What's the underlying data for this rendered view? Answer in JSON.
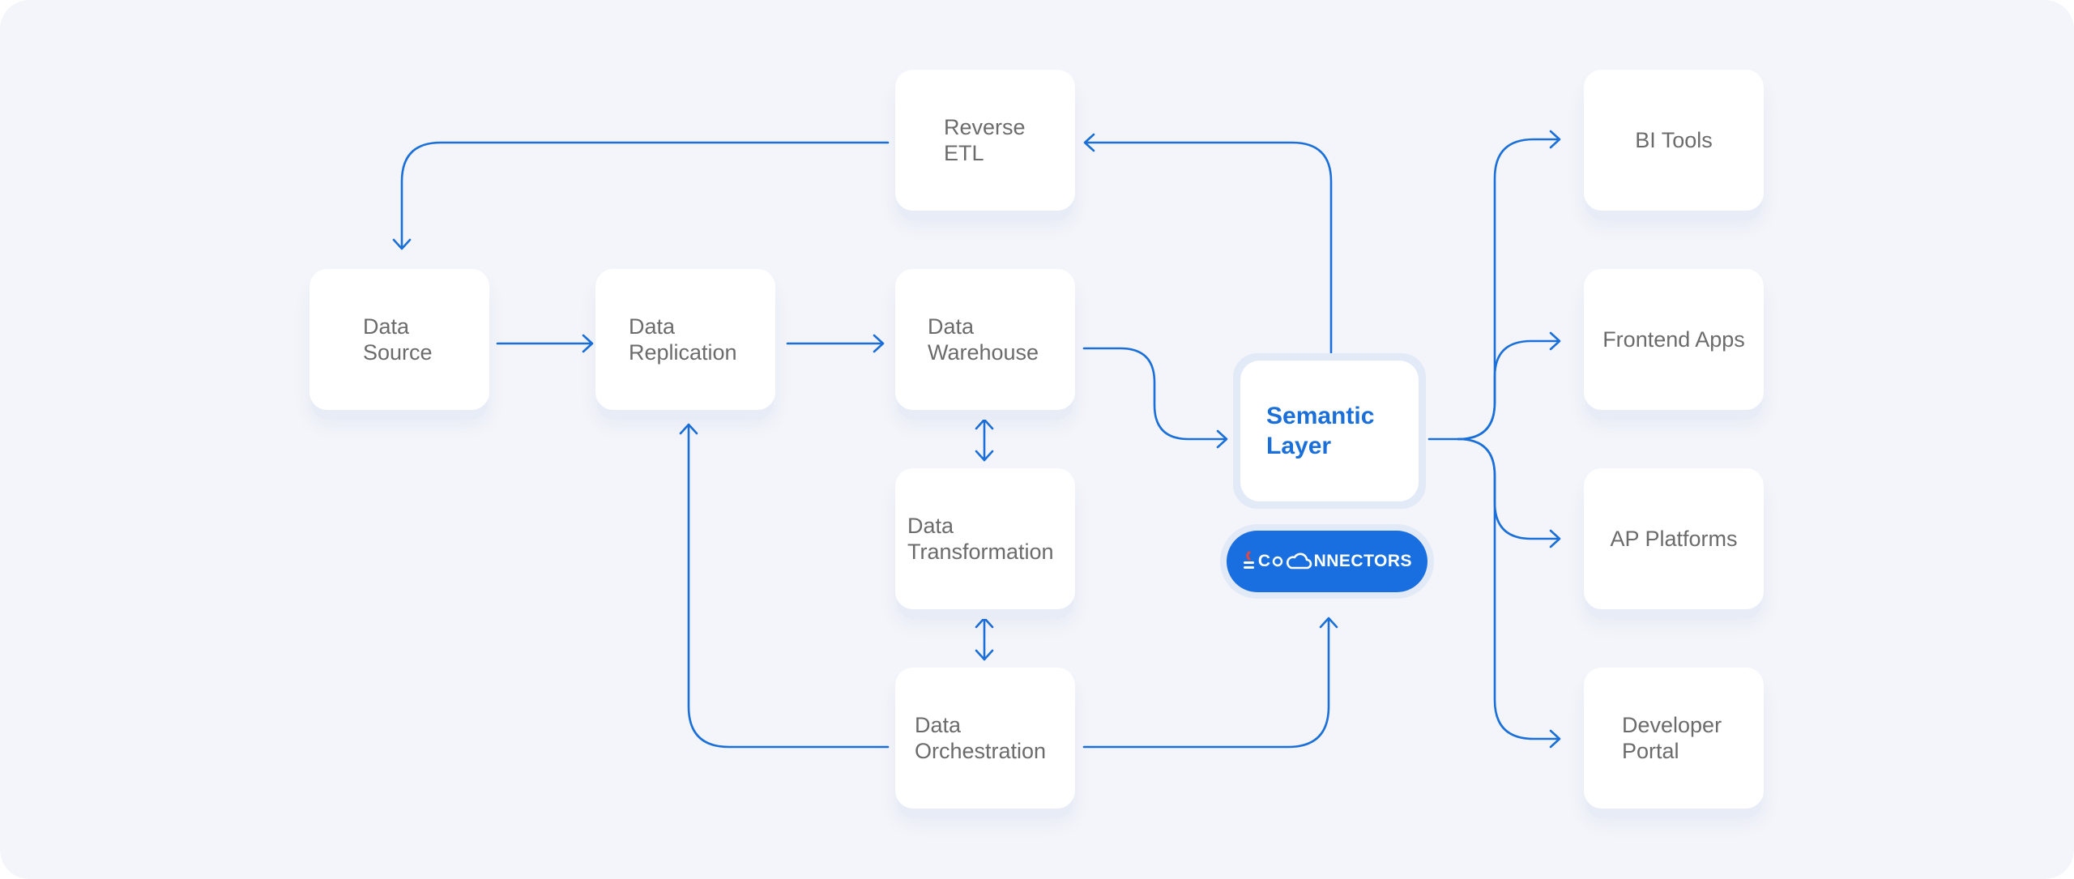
{
  "nodes": {
    "data_source": "Data\nSource",
    "data_replication": "Data\nReplication",
    "data_warehouse": "Data\nWarehouse",
    "reverse_etl": "Reverse\nETL",
    "data_transformation": "Data\nTransformation",
    "data_orchestration": "Data\nOrchestration",
    "semantic_layer": "Semantic\nLayer",
    "bi_tools": "BI Tools",
    "frontend_apps": "Frontend Apps",
    "ap_platforms": "AP Platforms",
    "developer_portal": "Developer\nPortal"
  },
  "badge": {
    "prefix": "C",
    "suffix": "NNECTORS",
    "logo_icon": "cube-connector-icon",
    "cloud_icon": "cloud-icon"
  },
  "colors": {
    "background": "#f3f5fa",
    "line": "#1a6fd8",
    "accent": "#1a6fe0",
    "node_text": "#6b6b6b",
    "logo_red": "#e8453c"
  }
}
